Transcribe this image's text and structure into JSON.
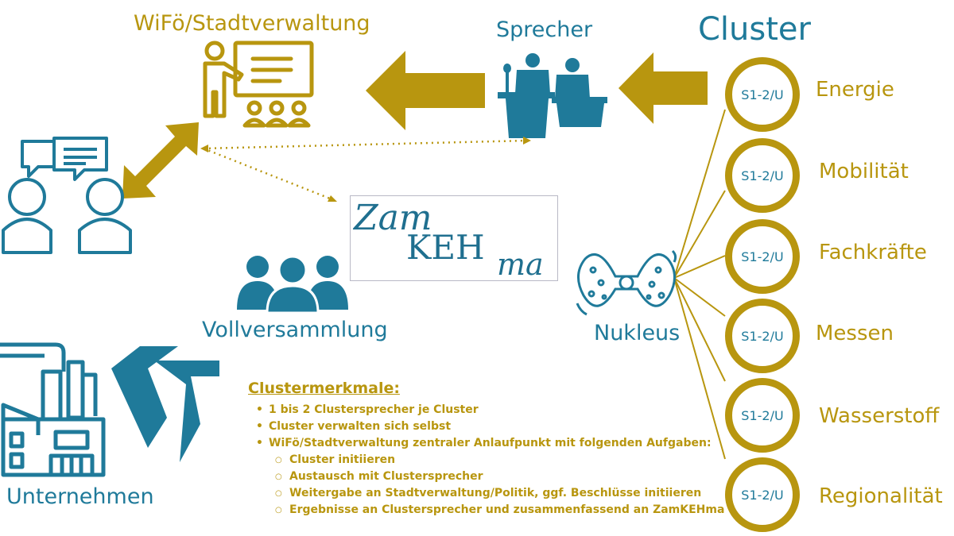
{
  "title": "Cluster",
  "nodes": {
    "wifo": "WiFö/Stadtverwaltung",
    "sprecher": "Sprecher",
    "vollversammlung": "Vollversammlung",
    "nukleus": "Nukleus",
    "unternehmen": "Unternehmen"
  },
  "logo": {
    "part1": "Zam",
    "part2": "KEH",
    "part3": "ma"
  },
  "clusters": [
    {
      "ring_label": "S1-2/U",
      "name": "Energie"
    },
    {
      "ring_label": "S1-2/U",
      "name": "Mobilität"
    },
    {
      "ring_label": "S1-2/U",
      "name": "Fachkräfte"
    },
    {
      "ring_label": "S1-2/U",
      "name": "Messen"
    },
    {
      "ring_label": "S1-2/U",
      "name": "Wasserstoff"
    },
    {
      "ring_label": "S1-2/U",
      "name": "Regionalität"
    }
  ],
  "features": {
    "heading": "Clustermerkmale:",
    "items": [
      "1 bis 2 Clustersprecher je Cluster",
      "Cluster verwalten sich selbst",
      "WiFö/Stadtverwaltung zentraler Anlaufpunkt mit folgenden Aufgaben:"
    ],
    "subitems": [
      "Cluster initiieren",
      "Austausch mit Clustersprecher",
      "Weitergabe an Stadtverwaltung/Politik, ggf. Beschlüsse initiieren",
      "Ergebnisse an Clustersprecher und zusammenfassend an ZamKEHma"
    ]
  },
  "colors": {
    "gold": "#b8960f",
    "blue": "#1f7a9a"
  },
  "icons": [
    "presentation-icon",
    "speakers-podium-icon",
    "conversation-icon",
    "group-icon",
    "factory-icon",
    "nucleus-icon",
    "arrow-left-icon",
    "double-arrow-icon",
    "chevron-logo-icon"
  ]
}
